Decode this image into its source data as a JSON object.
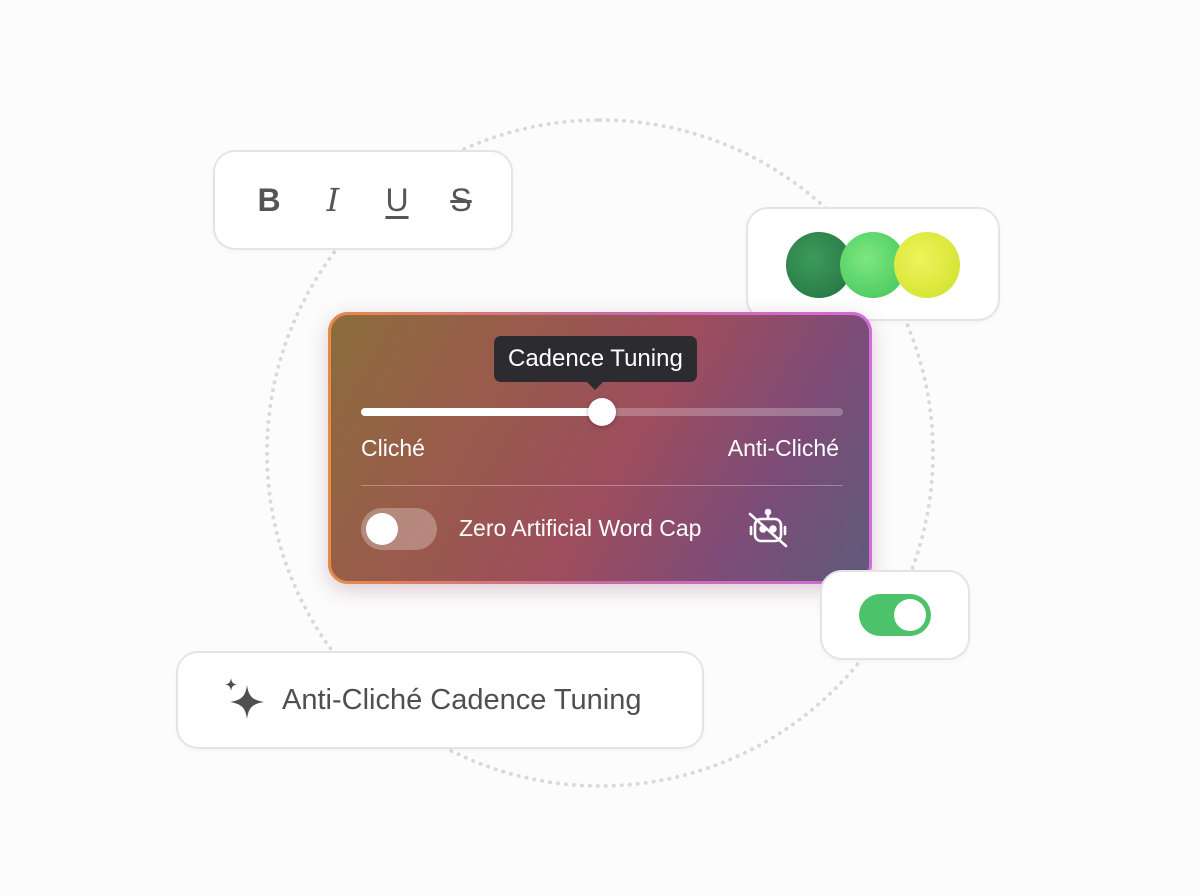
{
  "format_toolbar": {
    "bold": "B",
    "italic": "I",
    "underline": "U",
    "strikethrough": "S"
  },
  "swatches": {
    "colors": [
      "#2e8a4c",
      "#5fd46c",
      "#dde845"
    ]
  },
  "cadence_panel": {
    "tooltip": "Cadence Tuning",
    "slider_value": 0.5,
    "label_left": "Cliché",
    "label_right": "Anti-Cliché",
    "word_cap_label": "Zero Artificial Word Cap",
    "word_cap_enabled": false,
    "icon": "robot-off-icon"
  },
  "green_toggle": {
    "enabled": true,
    "color": "#4cc36a"
  },
  "title_card": {
    "icon": "sparkle-icon",
    "text": "Anti-Cliché Cadence Tuning"
  }
}
